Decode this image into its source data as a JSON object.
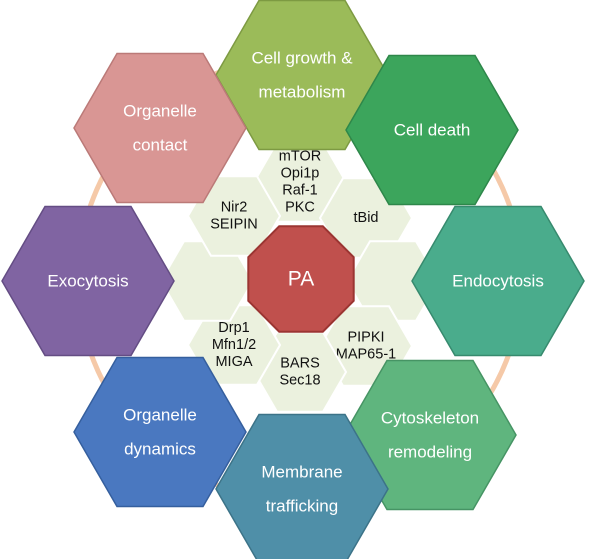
{
  "center": {
    "label": "PA",
    "fill": "#c0504d",
    "stroke": "#9b3532"
  },
  "outer": [
    {
      "id": "cell-growth",
      "lines": [
        "Cell growth &",
        "metabolism"
      ],
      "fill": "#9bbb59",
      "stroke": "#7d9a42"
    },
    {
      "id": "cell-death",
      "lines": [
        "Cell death"
      ],
      "fill": "#3ca55c",
      "stroke": "#2e874a"
    },
    {
      "id": "endocytosis",
      "lines": [
        "Endocytosis"
      ],
      "fill": "#4aac8c",
      "stroke": "#378a6e"
    },
    {
      "id": "cytoskeleton",
      "lines": [
        "Cytoskeleton",
        "remodeling"
      ],
      "fill": "#5fb57e",
      "stroke": "#469464"
    },
    {
      "id": "membrane-trafficking",
      "lines": [
        "Membrane",
        "trafficking"
      ],
      "fill": "#4f8fa8",
      "stroke": "#3c7388"
    },
    {
      "id": "organelle-dynamics",
      "lines": [
        "Organelle",
        "dynamics"
      ],
      "fill": "#4a78c0",
      "stroke": "#355f9e"
    },
    {
      "id": "exocytosis",
      "lines": [
        "Exocytosis"
      ],
      "fill": "#8064a2",
      "stroke": "#644d84"
    },
    {
      "id": "organelle-contact",
      "lines": [
        "Organelle",
        "contact"
      ],
      "fill": "#d99694",
      "stroke": "#bb7a78"
    }
  ],
  "inner": [
    {
      "id": "mtor",
      "lines": [
        "mTOR",
        "Opi1p",
        "Raf-1",
        "PKC"
      ]
    },
    {
      "id": "tbid",
      "lines": [
        "tBid"
      ]
    },
    {
      "id": "blank-right",
      "lines": []
    },
    {
      "id": "pipki",
      "lines": [
        "PIPKI",
        "MAP65-1"
      ]
    },
    {
      "id": "bars",
      "lines": [
        "BARS",
        "Sec18"
      ]
    },
    {
      "id": "drp1",
      "lines": [
        "Drp1",
        "Mfn1/2",
        "MIGA"
      ]
    },
    {
      "id": "blank-left",
      "lines": []
    },
    {
      "id": "nir2",
      "lines": [
        "Nir2",
        "SEIPIN"
      ]
    }
  ],
  "colors": {
    "ring": "#f5c9a8",
    "inner_fill": "#ebf1de",
    "inner_stroke": "#ffffff"
  }
}
